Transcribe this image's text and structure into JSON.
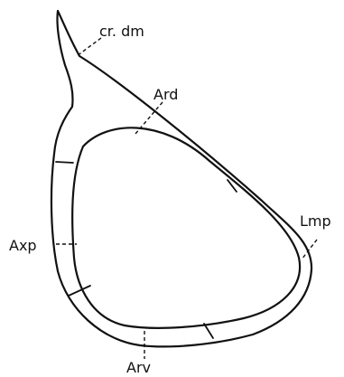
{
  "labels": {
    "crdm": "cr. dm",
    "ard": "Ard",
    "lmp": "Lmp",
    "axp": "Axp",
    "arv": "Arv"
  },
  "colors": {
    "stroke": "#111111",
    "background": "#ffffff"
  }
}
